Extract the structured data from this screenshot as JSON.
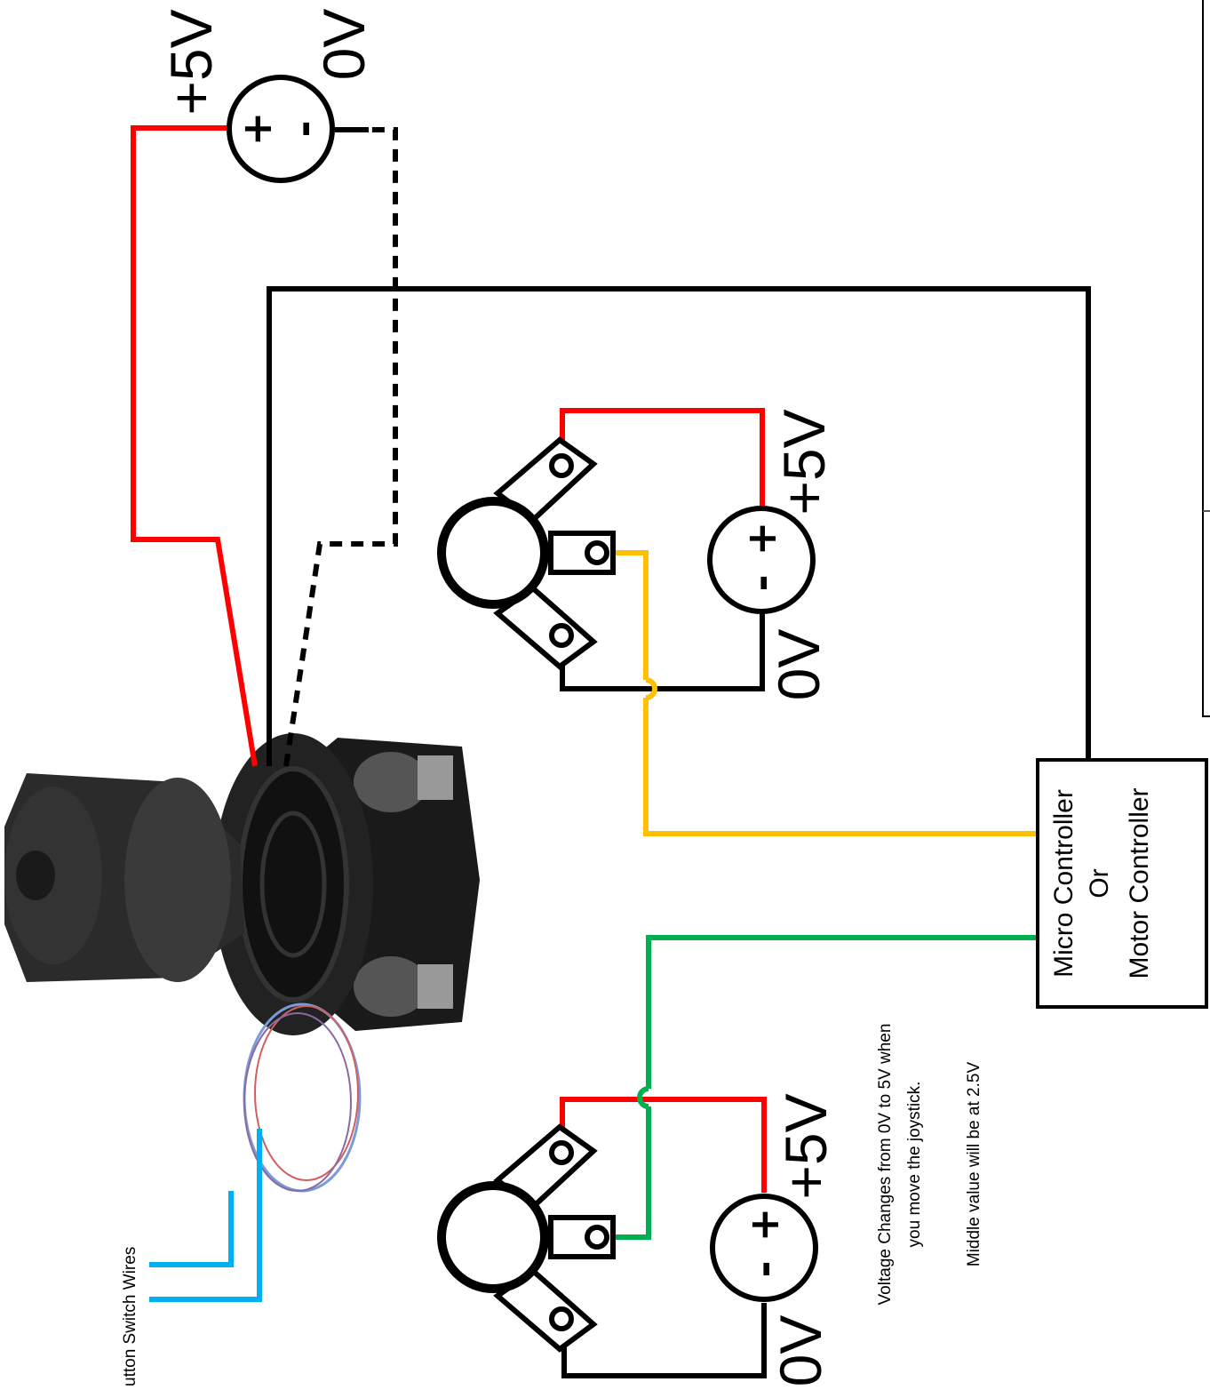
{
  "source": {
    "plus_label": "+5V",
    "zero_label": "0V",
    "plus_symbol": "+",
    "minus_symbol": "-"
  },
  "pot_top": {
    "plus_label": "+5V",
    "zero_label": "0V",
    "plus_symbol": "+",
    "minus_symbol": "-"
  },
  "pot_bottom": {
    "plus_label": "+5V",
    "zero_label": "0V",
    "plus_symbol": "+",
    "minus_symbol": "-"
  },
  "controller": {
    "line1": "Micro Controller",
    "line2": "Or",
    "line3": "Motor Controller"
  },
  "notes": {
    "line1": "Voltage Changes from 0V to 5V when",
    "line2": "you move the joystick.",
    "line3": "Middle value will be at 2.5V"
  },
  "button_wires_label": "utton Switch Wires",
  "colors": {
    "red": "#ff0000",
    "black": "#000000",
    "yellow": "#ffc000",
    "green": "#00b050",
    "blue": "#00b0f0"
  },
  "icons": [
    "joystick-photo-icon",
    "voltage-source-icon",
    "potentiometer-icon"
  ]
}
